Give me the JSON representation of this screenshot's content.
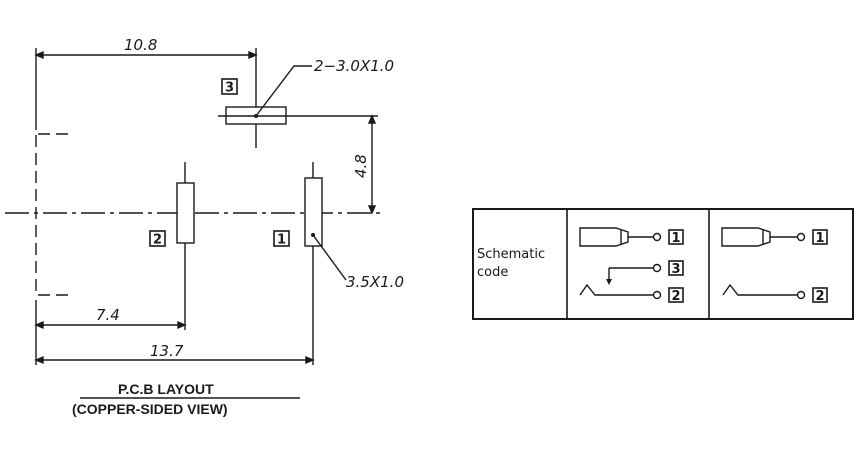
{
  "pcb": {
    "dim_top": "10.8",
    "dim_slot3": "2−3.0X1.0",
    "dim_vertical": "4.8",
    "dim_slot1": "3.5X1.0",
    "dim_left": "7.4",
    "dim_bottom": "13.7",
    "pin3": "3",
    "pin2": "2",
    "pin1": "1",
    "caption_line1": "P.C.B LAYOUT",
    "caption_line2": "(COPPER-SIDED VIEW)"
  },
  "schematic": {
    "label_line1": "Schematic",
    "label_line2": "code",
    "variant_a": {
      "pin_top": "1",
      "pin_mid": "3",
      "pin_bottom": "2"
    },
    "variant_b": {
      "pin_top": "1",
      "pin_bottom": "2"
    }
  },
  "colors": {
    "line": "#1a1a1a",
    "background": "#ffffff"
  }
}
